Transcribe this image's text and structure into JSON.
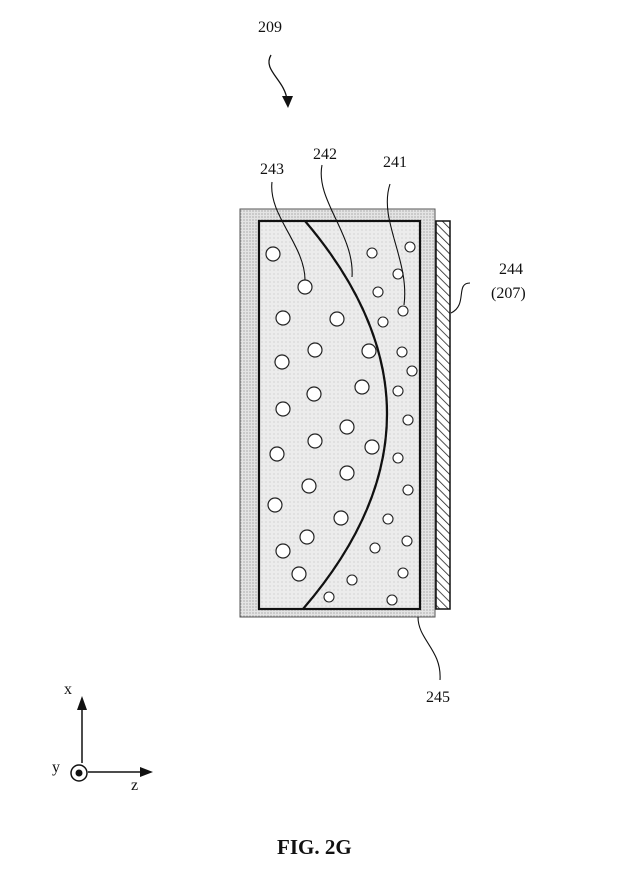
{
  "figure": {
    "caption": "FIG. 2G",
    "reference_numeral": "209",
    "labels": {
      "l241": "241",
      "l242": "242",
      "l243": "243",
      "l244": "244",
      "l207": "(207)",
      "l245": "245"
    },
    "axes": {
      "x": "x",
      "y": "y",
      "z": "z"
    }
  }
}
